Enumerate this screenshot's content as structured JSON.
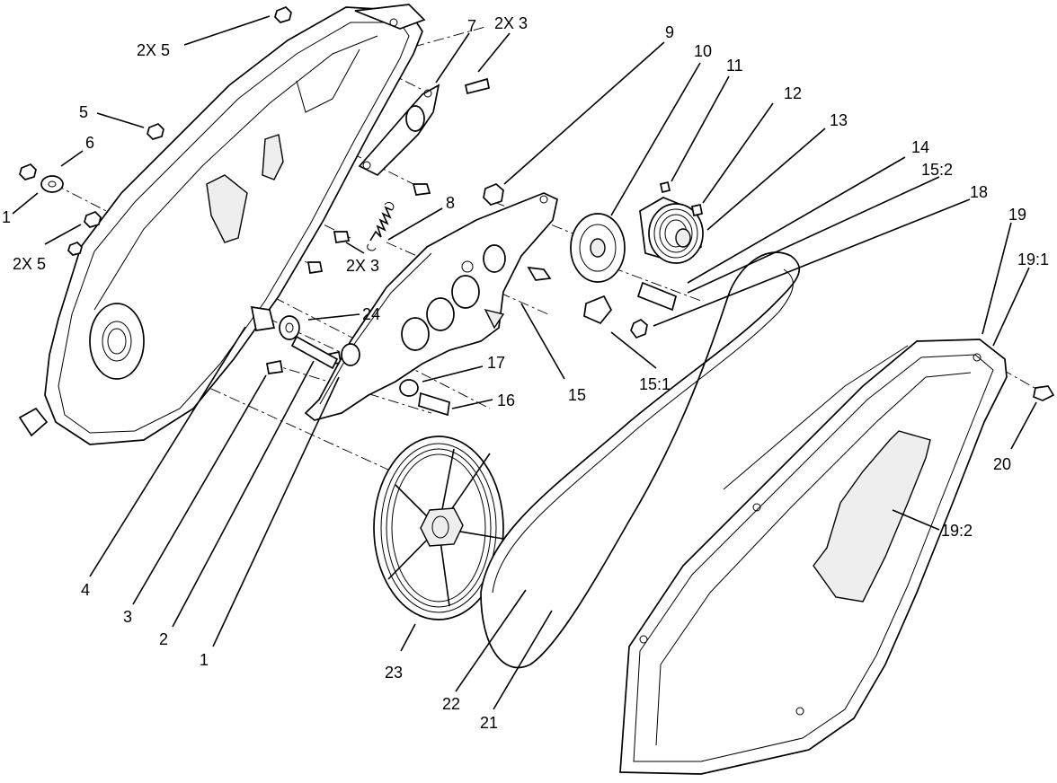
{
  "callouts": {
    "c_2x5_top": "2X 5",
    "c_7": "7",
    "c_2x3_top": "2X 3",
    "c_9": "9",
    "c_10": "10",
    "c_11": "11",
    "c_12": "12",
    "c_13": "13",
    "c_14": "14",
    "c_15_2": "15:2",
    "c_18": "18",
    "c_19": "19",
    "c_19_1": "19:1",
    "c_5": "5",
    "c_6": "6",
    "c_1_left": "1",
    "c_2x5_left": "2X 5",
    "c_8": "8",
    "c_2x3_mid": "2X 3",
    "c_24": "24",
    "c_17": "17",
    "c_16": "16",
    "c_15": "15",
    "c_15_1": "15:1",
    "c_20": "20",
    "c_19_2": "19:2",
    "c_4": "4",
    "c_3": "3",
    "c_2": "2",
    "c_1_bottom": "1",
    "c_23": "23",
    "c_22": "22",
    "c_21": "21"
  }
}
